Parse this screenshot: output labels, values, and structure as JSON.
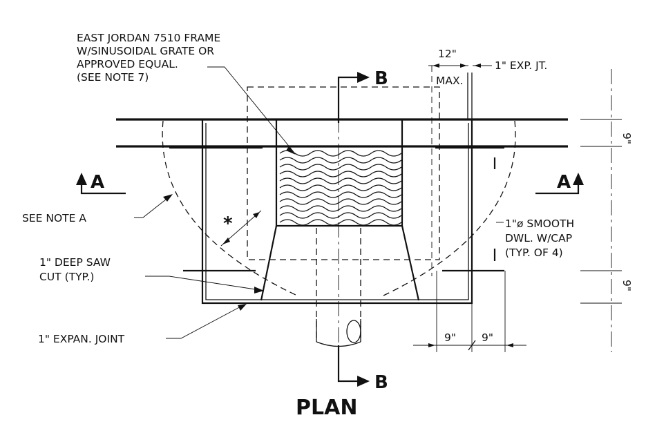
{
  "callouts": {
    "frame": [
      "EAST JORDAN 7510 FRAME",
      "W/SINUSOIDAL GRATE OR",
      "APPROVED EQUAL.",
      "(SEE NOTE 7)"
    ],
    "see_note_a": "SEE NOTE A",
    "saw_cut": [
      "1\" DEEP SAW",
      "CUT (TYP.)"
    ],
    "expan_joint": "1\" EXPAN. JOINT",
    "dowel": [
      "1\"ø SMOOTH",
      "DWL. W/CAP",
      "(TYP. OF 4)"
    ],
    "exp_jt": "1\" EXP. JT.",
    "star": "*"
  },
  "dimensions": {
    "twelve": "12\"",
    "max": "MAX.",
    "nine_a": "9\"",
    "nine_b": "9\"",
    "vert_nine_top": "9\"",
    "vert_nine_bottom": "9\""
  },
  "section_markers": {
    "a_left": "A",
    "a_right": "A",
    "b_top": "B",
    "b_bottom": "B"
  },
  "title": "PLAN"
}
